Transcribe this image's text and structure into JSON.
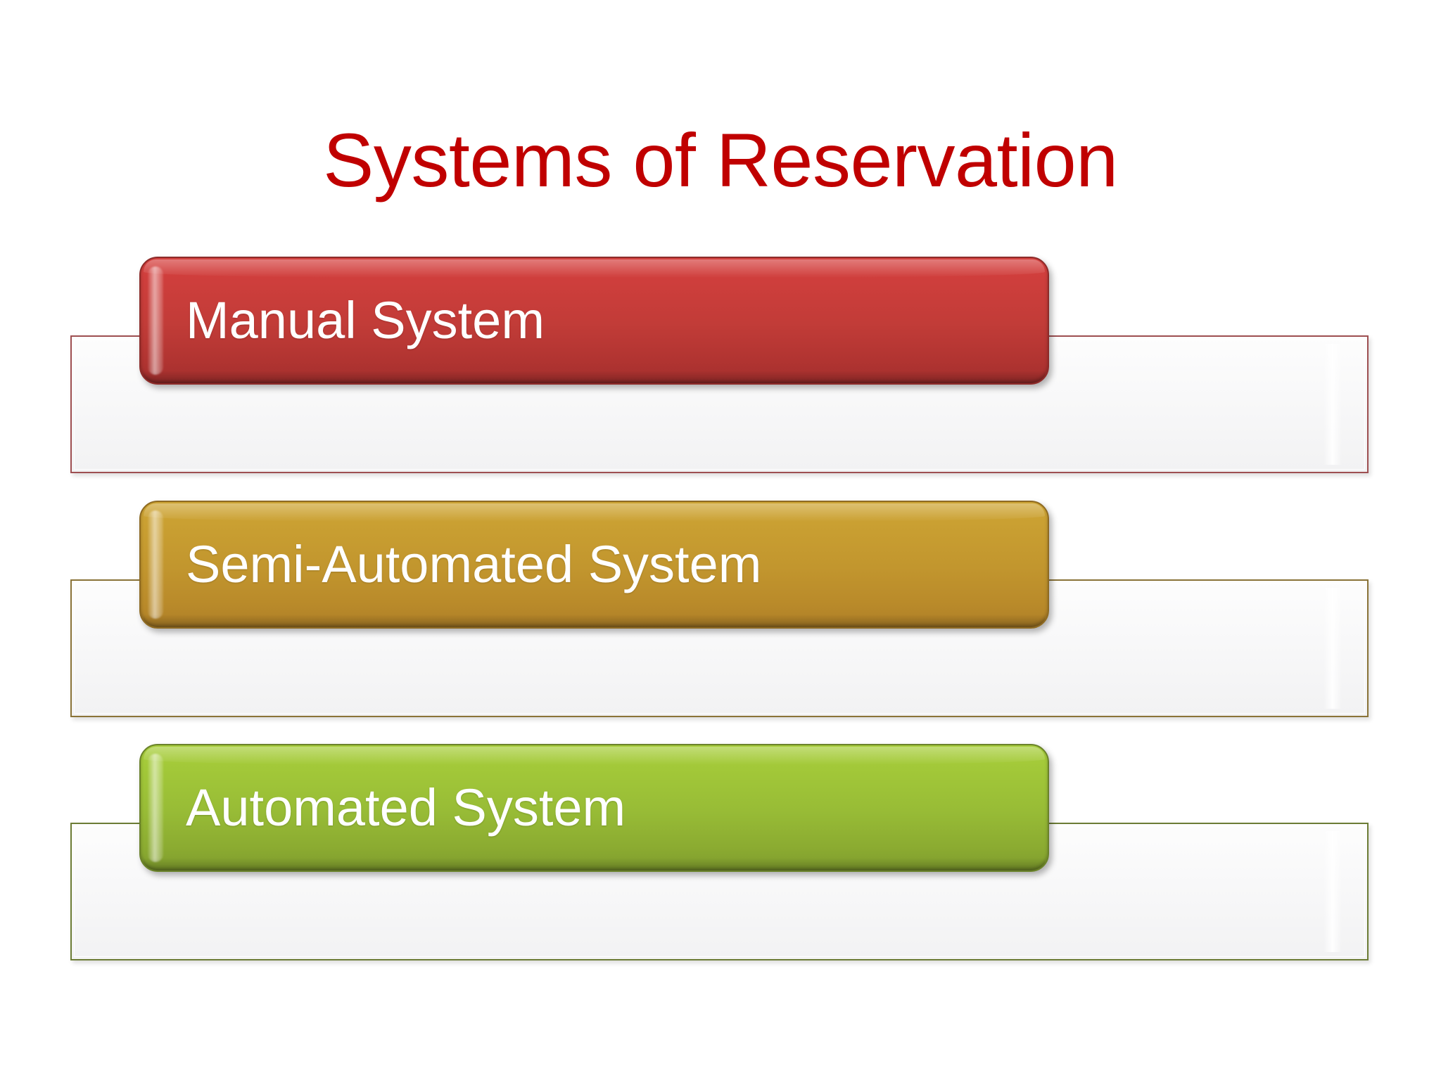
{
  "slide": {
    "title": "Systems of Reservation",
    "title_color": "#C00000",
    "background_color": "#FFFFFF"
  },
  "process": {
    "items": [
      {
        "label": "Manual System",
        "accent_color": "#C23C38",
        "border_color": "#9E4F51",
        "text_color": "#FFFFFF"
      },
      {
        "label": "Semi-Automated System",
        "accent_color": "#C2962E",
        "border_color": "#8A7338",
        "text_color": "#FFFFFF"
      },
      {
        "label": "Automated System",
        "accent_color": "#98BC36",
        "border_color": "#6C7C35",
        "text_color": "#FFFFFF"
      }
    ]
  }
}
